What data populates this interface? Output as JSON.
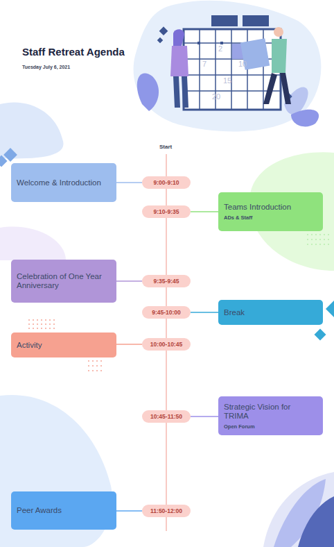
{
  "diagram": {
    "title": "Staff Retreat Agenda",
    "nodes": [
      {
        "text": [
          "Welcome & Introduction"
        ]
      },
      {
        "text": [
          "9:00-9:10"
        ]
      },
      {
        "text": [
          "9:10-9:35"
        ]
      },
      {
        "text": [
          "Teams Introduction",
          "ADs & Staff"
        ]
      },
      {
        "text": [
          "Celebration of One Year Anniversary"
        ]
      },
      {
        "text": [
          "9:35-9:45"
        ]
      },
      {
        "text": [
          "9:45-10:00"
        ]
      },
      {
        "text": [
          "Break"
        ]
      },
      {
        "text": [
          "Activity"
        ]
      },
      {
        "text": [
          "10:00-10:45"
        ]
      },
      {
        "text": [
          "10:45-11:50"
        ]
      },
      {
        "text": [
          "Strategic Vision for TRIMA",
          "Open Forum"
        ]
      },
      {
        "text": [
          "Peer Awards"
        ]
      },
      {
        "text": [
          "11:50-12:00"
        ]
      }
    ],
    "edges": [
      {
        "from": 1,
        "to": 0,
        "arrow": "none"
      },
      {
        "from": 2,
        "to": 3,
        "arrow": "none"
      },
      {
        "from": 5,
        "to": 4,
        "arrow": "none"
      },
      {
        "from": 6,
        "to": 7,
        "arrow": "none"
      },
      {
        "from": 9,
        "to": 8,
        "arrow": "none"
      },
      {
        "from": 10,
        "to": 11,
        "arrow": "none"
      },
      {
        "from": 13,
        "to": 12,
        "arrow": "none"
      }
    ],
    "labels": [
      "Tuesday July 6, 2021",
      "Start",
      "2",
      "7",
      "10",
      "15",
      "20"
    ]
  }
}
